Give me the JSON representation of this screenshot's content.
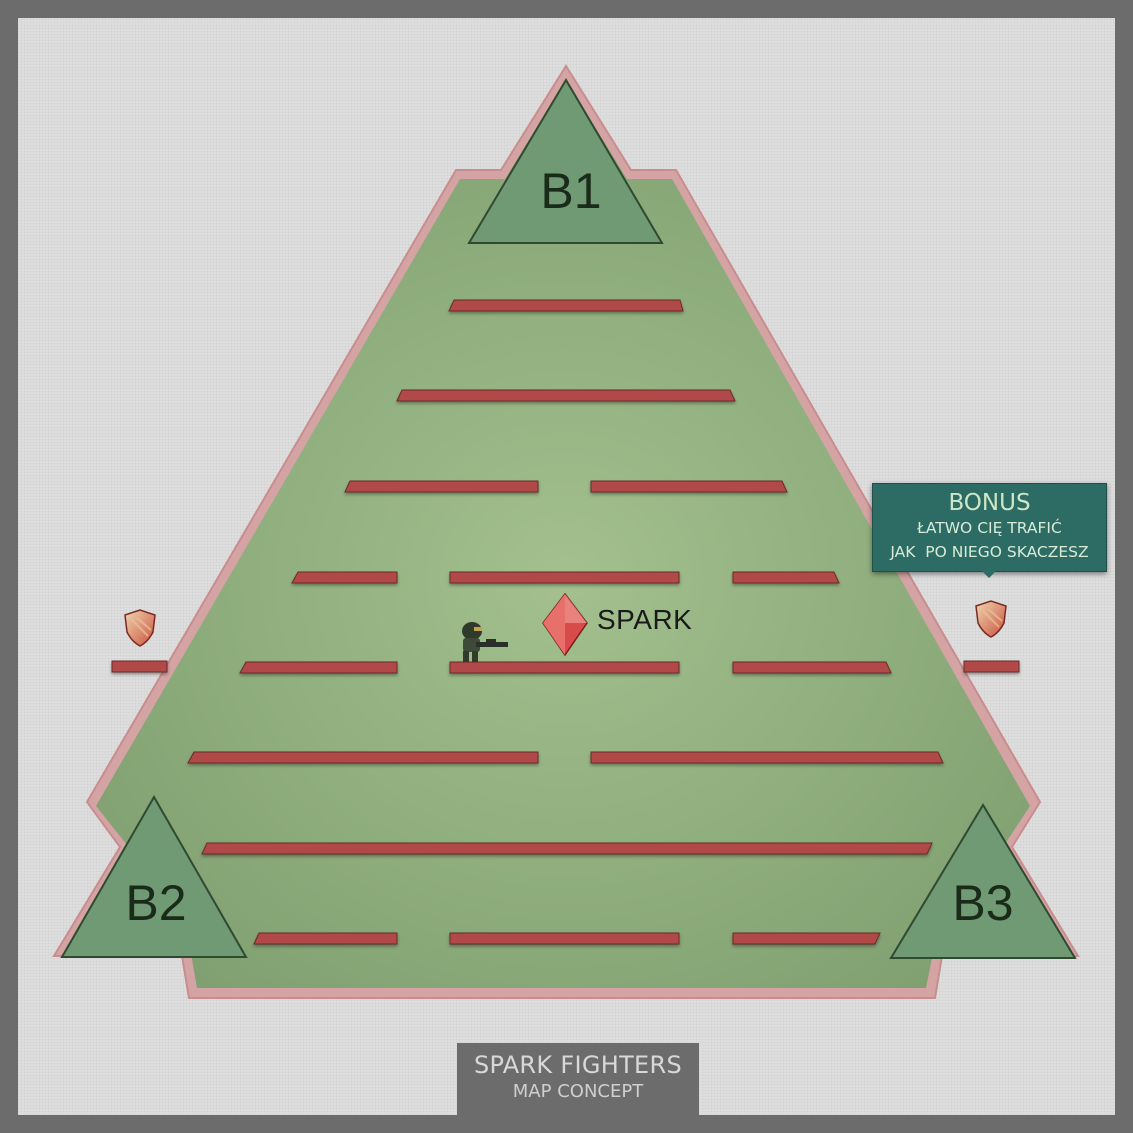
{
  "title": {
    "main": "SPARK FIGHTERS",
    "sub": "MAP CONCEPT"
  },
  "bases": [
    {
      "id": "b1",
      "label": "B1"
    },
    {
      "id": "b2",
      "label": "B2"
    },
    {
      "id": "b3",
      "label": "B3"
    }
  ],
  "spark": {
    "label": "SPARK"
  },
  "bonus": {
    "title": "BONUS",
    "line1": "ŁATWO CIĘ TRAFIĆ",
    "line2": "JAK  PO NIEGO SKACZESZ"
  },
  "colors": {
    "field": "#8fae7c",
    "border": "#d49a9a",
    "platform": "#b24a4a",
    "base": "#6f9a74",
    "bonus_bg": "#2c6c64",
    "spark": "#d94a4a",
    "shield": "#c94a3a"
  }
}
